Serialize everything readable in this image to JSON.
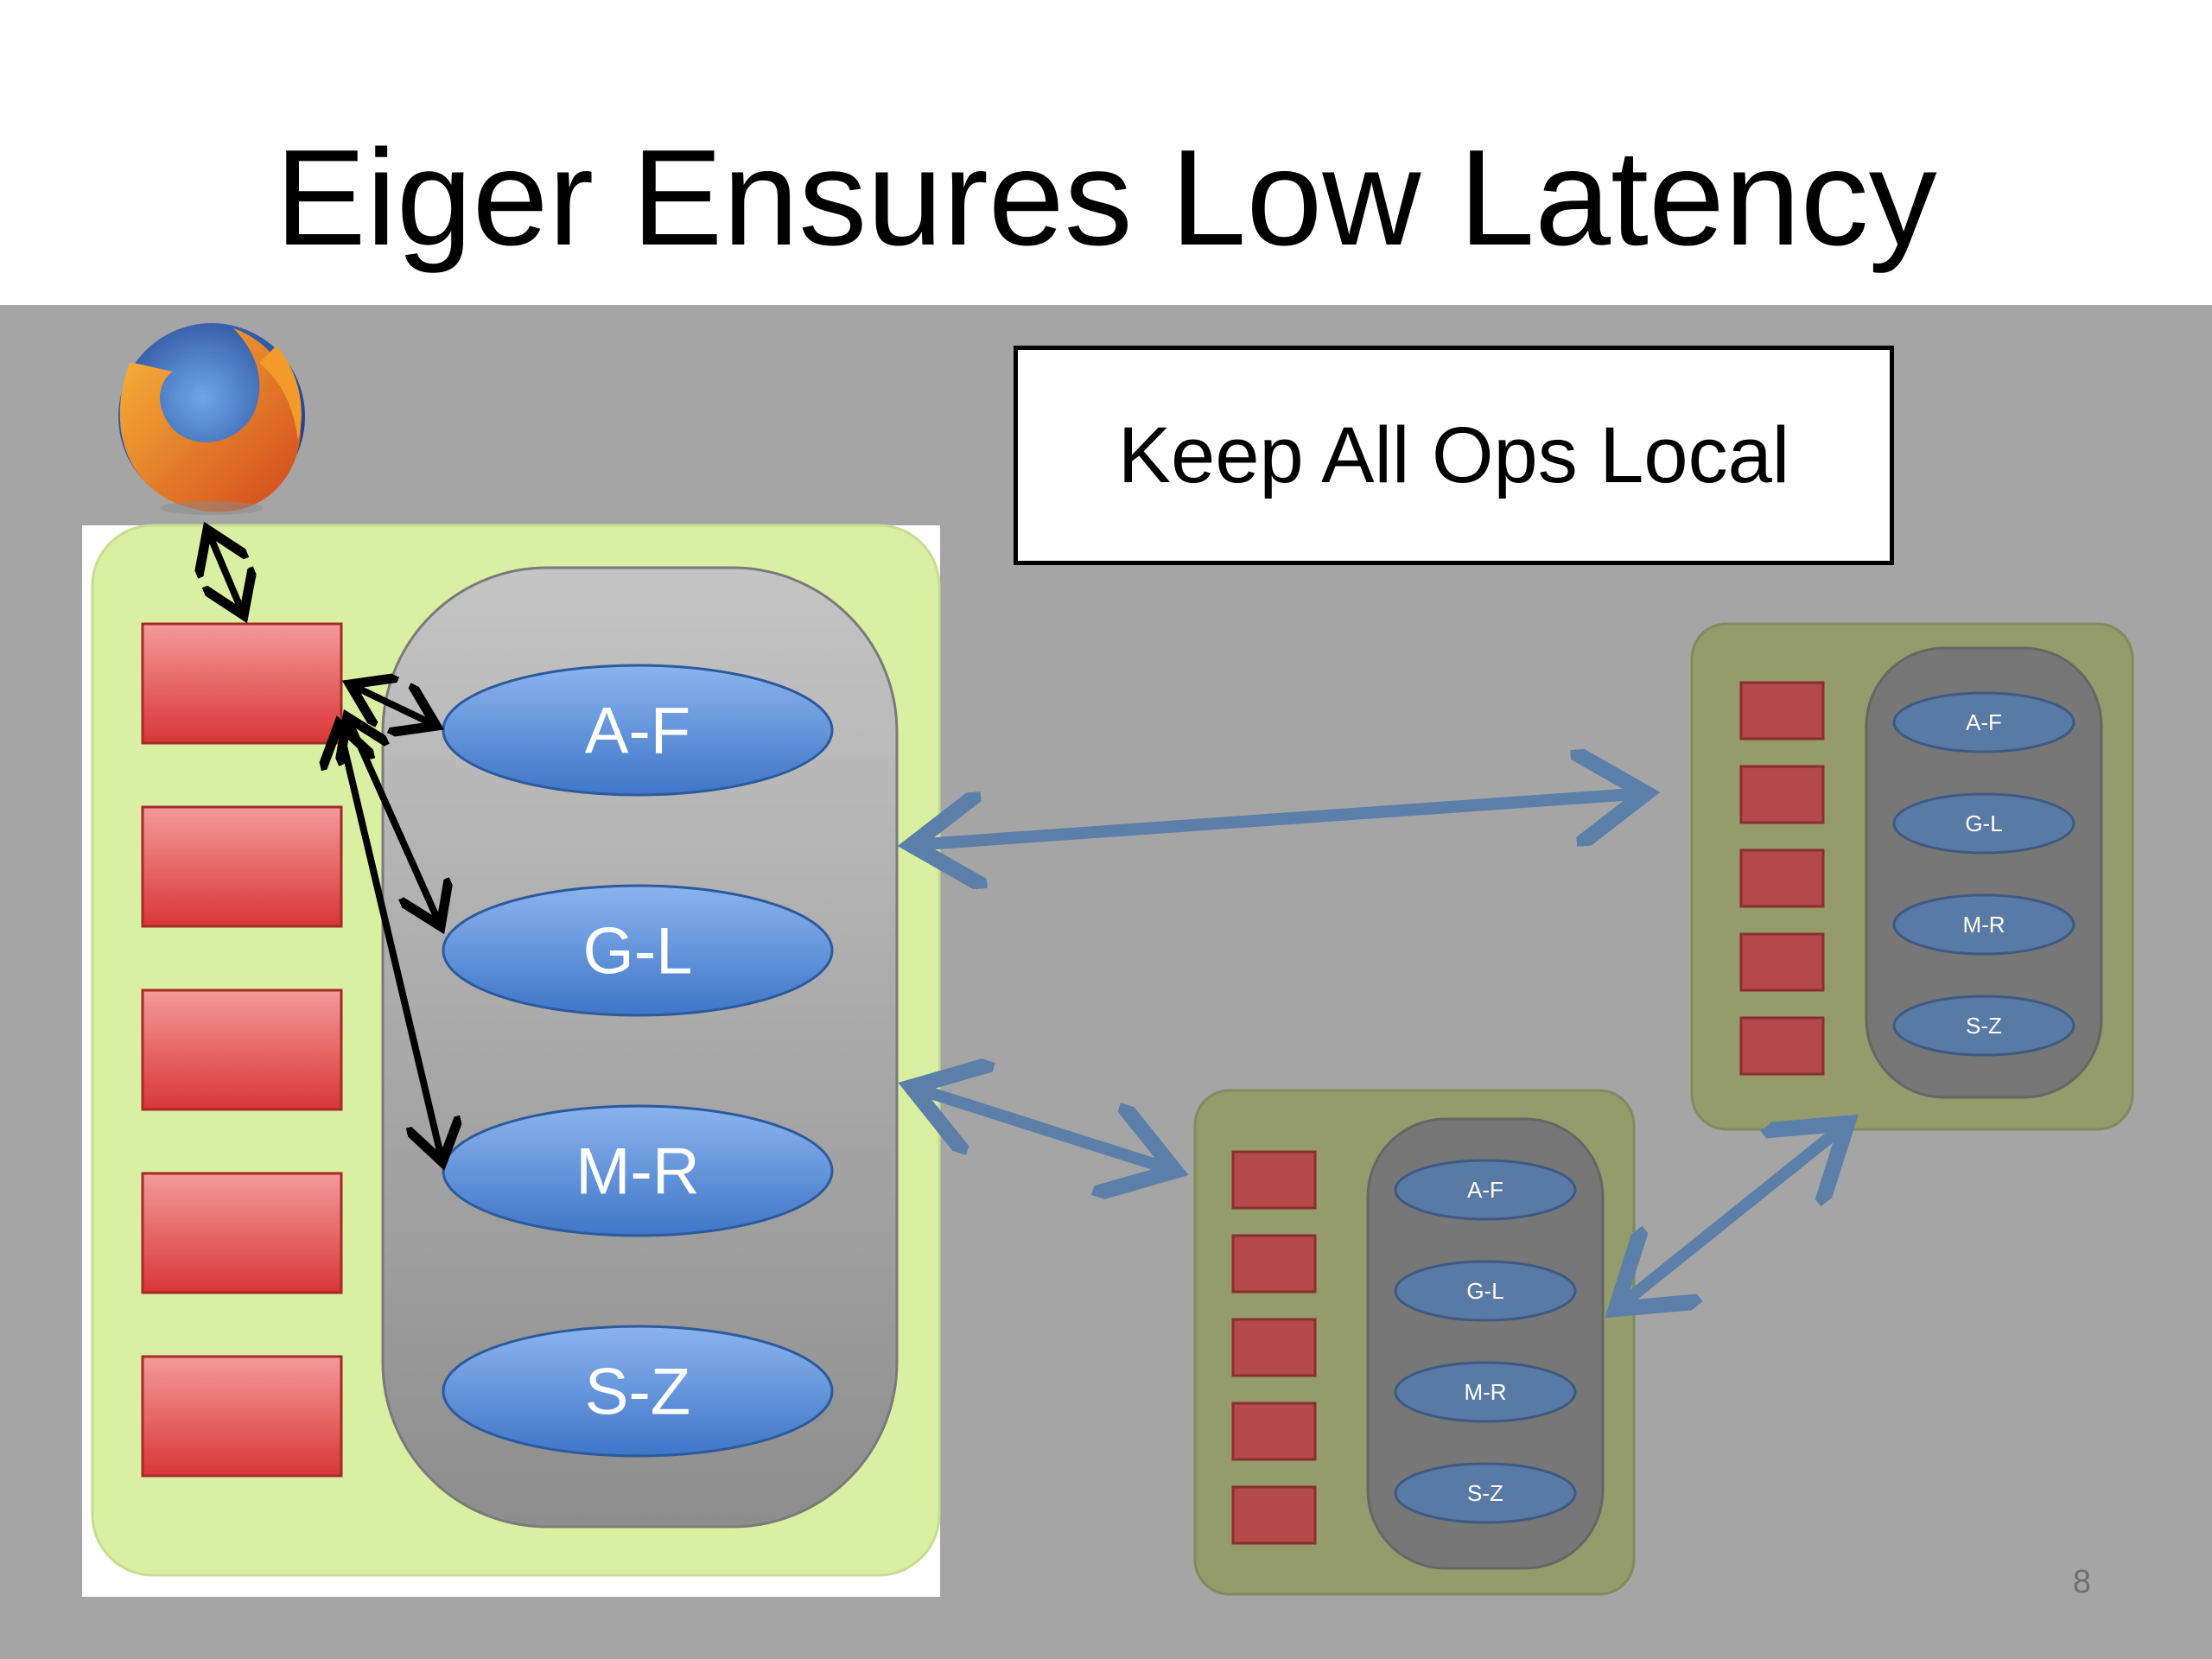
{
  "slide": {
    "title": "Eiger Ensures Low Latency",
    "callout": "Keep All Ops Local",
    "page_number": "8"
  },
  "icons": {
    "browser": "firefox-icon"
  },
  "datacenters": {
    "local": {
      "client_count": 5,
      "partitions": [
        "A-F",
        "G-L",
        "M-R",
        "S-Z"
      ]
    },
    "remote_top": {
      "client_count": 5,
      "partitions": [
        "A-F",
        "G-L",
        "M-R",
        "S-Z"
      ]
    },
    "remote_bottom": {
      "client_count": 5,
      "partitions": [
        "A-F",
        "G-L",
        "M-R",
        "S-Z"
      ]
    }
  },
  "colors": {
    "datacenter_fill": "#d9f0a3",
    "storage_cluster": "#a9a9a9",
    "client_box": "#e85252",
    "partition": "#5b8fd6",
    "replication_arrow": "#5b7fa8",
    "background": "#a5a5a5"
  }
}
